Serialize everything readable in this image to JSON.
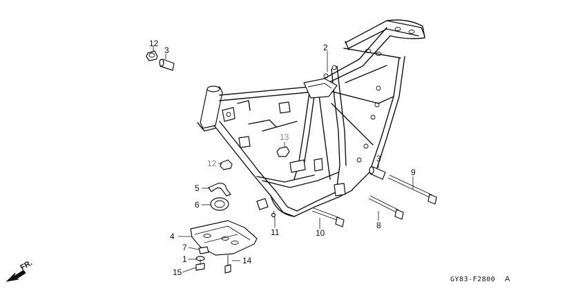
{
  "labels": {
    "p1": "1",
    "p2": "2",
    "p3a": "3",
    "p3b": "3",
    "p4": "4",
    "p5": "5",
    "p6": "6",
    "p7": "7",
    "p8": "8",
    "p9": "9",
    "p10": "10",
    "p11": "11",
    "p12a": "12",
    "p12b": "12",
    "p13": "13",
    "p14": "14",
    "p15": "15"
  },
  "direction": "FR.",
  "diagram_code": "GY83-F2800",
  "diagram_variant": "A"
}
